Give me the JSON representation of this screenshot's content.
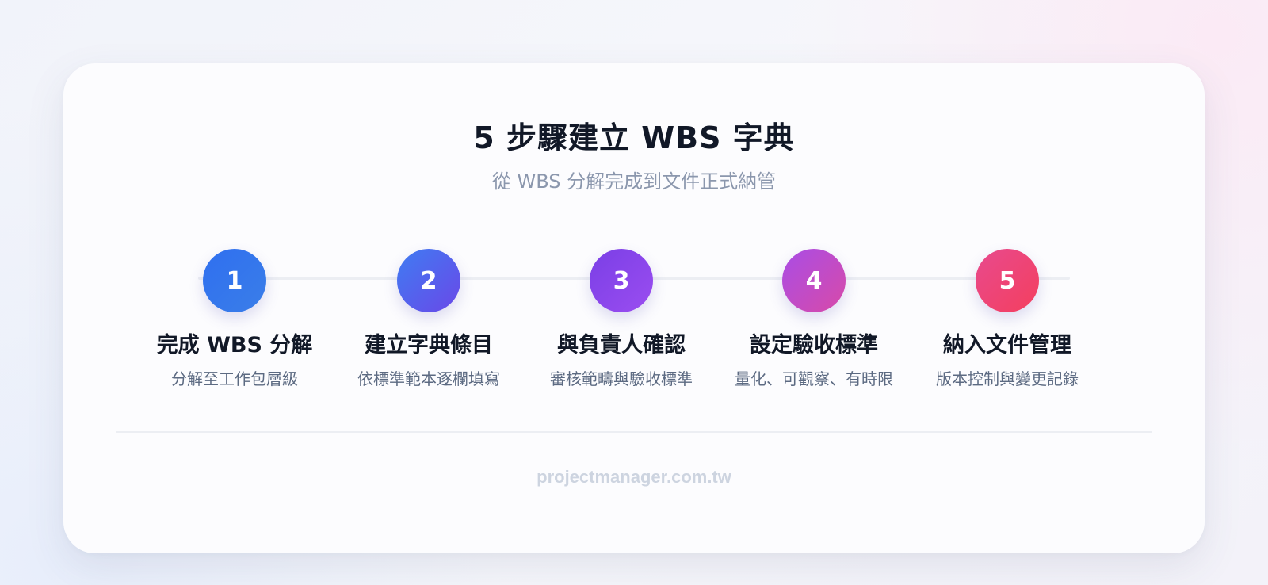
{
  "header": {
    "title": "5 步驟建立 WBS 字典",
    "subtitle": "從 WBS 分解完成到文件正式納管"
  },
  "steps": [
    {
      "number": "1",
      "title": "完成 WBS 分解",
      "desc": "分解至工作包層級",
      "color_from": "#2f6ff0",
      "color_to": "#3a7ee8"
    },
    {
      "number": "2",
      "title": "建立字典條目",
      "desc": "依標準範本逐欄填寫",
      "color_from": "#3f7cf2",
      "color_to": "#6a48e8"
    },
    {
      "number": "3",
      "title": "與負責人確認",
      "desc": "審核範疇與驗收標準",
      "color_from": "#7a3fe6",
      "color_to": "#9b4df0"
    },
    {
      "number": "4",
      "title": "設定驗收標準",
      "desc": "量化、可觀察、有時限",
      "color_from": "#a94de6",
      "color_to": "#d84aa8"
    },
    {
      "number": "5",
      "title": "納入文件管理",
      "desc": "版本控制與變更記錄",
      "color_from": "#e84a8e",
      "color_to": "#f43f5e"
    }
  ],
  "footer": {
    "text": "projectmanager.com.tw"
  }
}
